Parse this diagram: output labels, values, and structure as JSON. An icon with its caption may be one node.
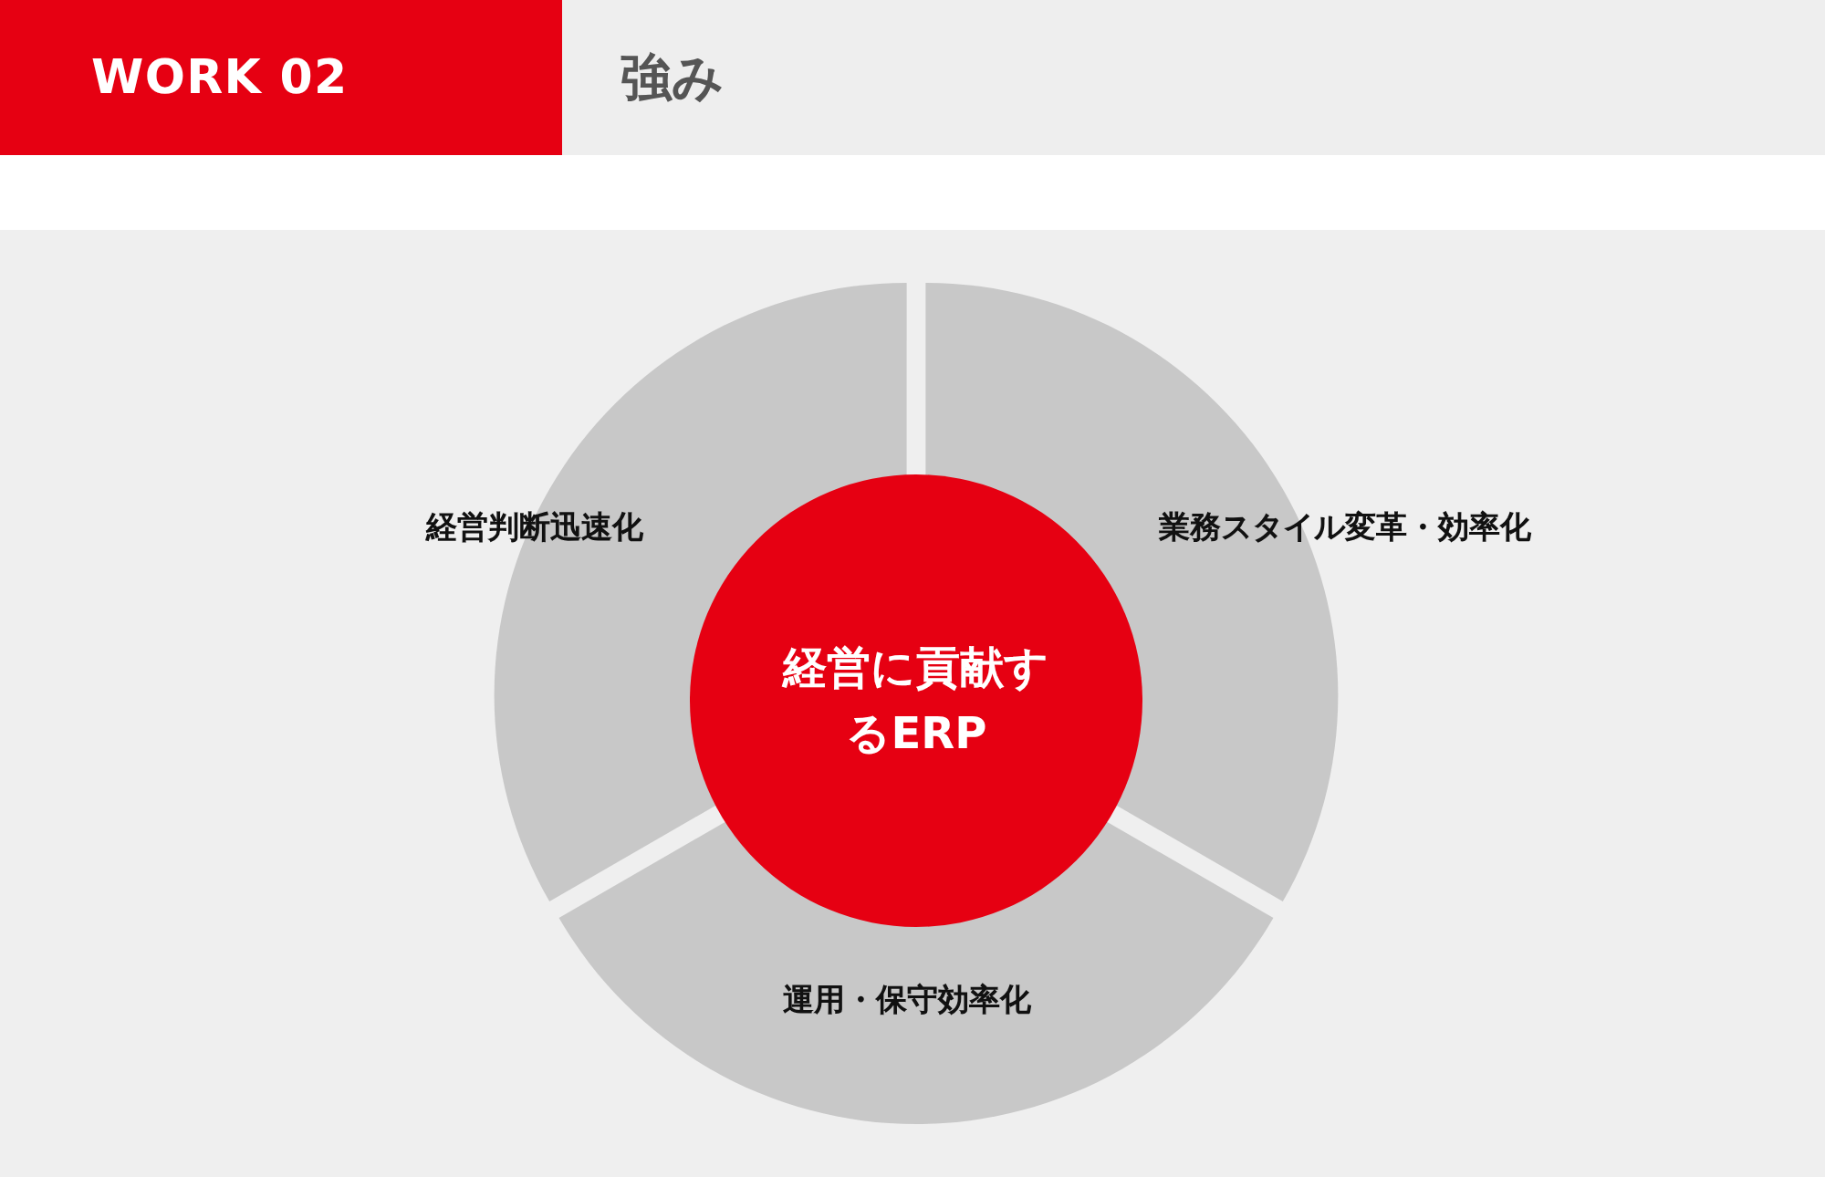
{
  "diagram": {
    "title": "強み",
    "nodes": [
      {
        "text": [
          "経営判断迅速化"
        ]
      },
      {
        "text": [
          "業務スタイル変革・効率化"
        ]
      },
      {
        "text": [
          "経営に貢献するERP"
        ]
      },
      {
        "text": [
          "運用・保守効率化"
        ]
      }
    ],
    "labels": [
      "WORK 02"
    ]
  }
}
